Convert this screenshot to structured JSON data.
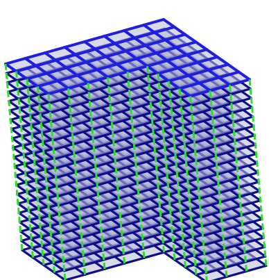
{
  "viewport": {
    "background": "#ffffff"
  },
  "model": {
    "type": "3d-structural-frame",
    "stories": 20,
    "plan_shape": "L-shape",
    "colors": {
      "beam": "#1f1fe0",
      "beam_dark": "#0e0e8c",
      "column": "#28e028",
      "column_dark": "#12a012",
      "slab": "#b8bcd8",
      "slab_alpha": 0.55
    }
  }
}
